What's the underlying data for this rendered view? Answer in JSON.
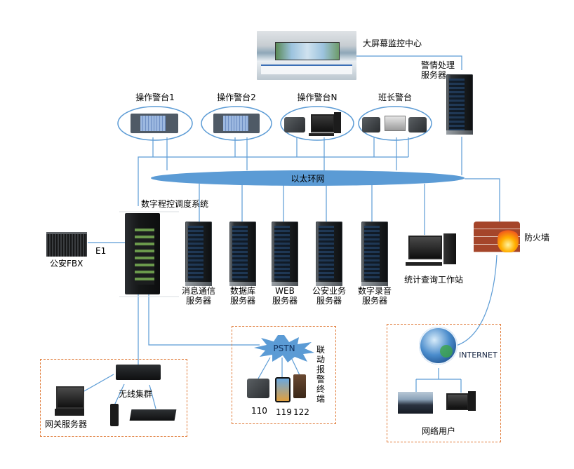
{
  "diagram": {
    "title": "",
    "colors": {
      "link": "#5b9bd5",
      "ring": "#5b9bd5",
      "dashed_box": "#e07b39"
    },
    "control_center": {
      "label": "大屏幕监控中心",
      "icon": "video-wall-room-photo"
    },
    "alarm_server": {
      "label_line1": "警情处理",
      "label_line2": "服务器",
      "icon": "server-rack-icon"
    },
    "consoles": [
      {
        "label": "操作警台1",
        "icon": "dispatch-console-icon"
      },
      {
        "label": "操作警台2",
        "icon": "dispatch-console-icon"
      },
      {
        "label": "操作警台N",
        "icon": "phone-and-pc-icon"
      },
      {
        "label": "班长警台",
        "icon": "phones-and-laptop-icon"
      }
    ],
    "ethernet_ring": {
      "label": "以太环网"
    },
    "switch_system": {
      "label": "数字程控调度系统",
      "icon": "switch-cabinet-icon"
    },
    "pbx": {
      "label": "公安FBX",
      "link_label": "E1",
      "icon": "pbx-chassis-icon"
    },
    "servers": [
      {
        "line1": "消息通信",
        "line2": "服务器"
      },
      {
        "line1": "数据库",
        "line2": "服务器"
      },
      {
        "line1": "WEB",
        "line2": "服务器"
      },
      {
        "line1": "公安业务",
        "line2": "服务器"
      },
      {
        "line1": "数字录音",
        "line2": "服务器"
      }
    ],
    "stats_workstation": {
      "label": "统计查询工作站",
      "icon": "desktop-pc-icon"
    },
    "firewall": {
      "label": "防火墙",
      "icon": "firewall-icon"
    },
    "wireless_group": {
      "trunk_label": "无线集群",
      "gateway_label": "网关服务器",
      "devices": [
        "gateway-pc-icon",
        "radio-walkie-talkie-icon",
        "base-station-icon"
      ]
    },
    "pstn_group": {
      "cloud_label": "PSTN",
      "side_label": "联动报警终端",
      "phones": [
        {
          "label": "110",
          "icon": "desk-phone-icon"
        },
        {
          "label": "119",
          "icon": "smartphone-icon"
        },
        {
          "label": "122",
          "icon": "mobile-phone-icon"
        }
      ]
    },
    "internet_group": {
      "internet_label": "INTERNET",
      "users_label": "网络用户",
      "devices": [
        "classroom-photo",
        "desktop-pc-icon"
      ]
    }
  }
}
